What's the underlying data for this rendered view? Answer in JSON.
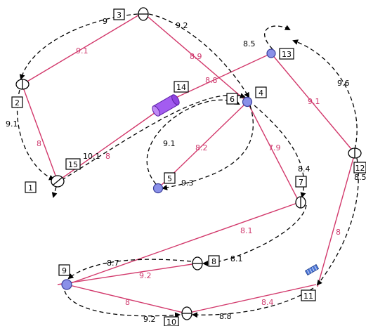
{
  "colors": {
    "red_edge": "#d2386b",
    "red_label": "#cf3a6e",
    "black_edge": "#000000",
    "circle_fill": "#8a90e8",
    "circle_stroke": "#3a3f9a",
    "cylinder_fill": "#a35cf0",
    "small_box_fill": "#4a74d6"
  },
  "node_ids": {
    "n1": "1",
    "n2": "2",
    "n3": "3",
    "n4": "4",
    "n5": "5",
    "n6": "6",
    "n7": "7",
    "n8": "8",
    "n9": "9",
    "n10": "10",
    "n11": "11",
    "n12": "12",
    "n13": "13",
    "n14": "14",
    "n15": "15"
  },
  "red_labels": {
    "e2_3": "9.1",
    "e3_4": "8.9",
    "e2_1": "8",
    "e1_14": "8",
    "e14_13": "8.8",
    "e13_12": "9.1",
    "e4_5": "8.2",
    "e4_7": "7.9",
    "e7_9": "8.1",
    "e8_9": "9.2",
    "e9_10": "8",
    "e10_11": "8.4",
    "e12_11": "8"
  },
  "black_labels": {
    "d3_2": "9",
    "d3_4": "9.2",
    "d2_1": "9.1",
    "d1_4": "10.1",
    "d13_top": "8.5",
    "d12_13": "9.6",
    "d5_4": "9.1",
    "d4_5": "9.3",
    "d4_7": "8.4",
    "d12_side": "8.5",
    "d7_8": "8.1",
    "d8_9": "8.7",
    "d10_9": "9.2",
    "d11_10": "8.8"
  }
}
